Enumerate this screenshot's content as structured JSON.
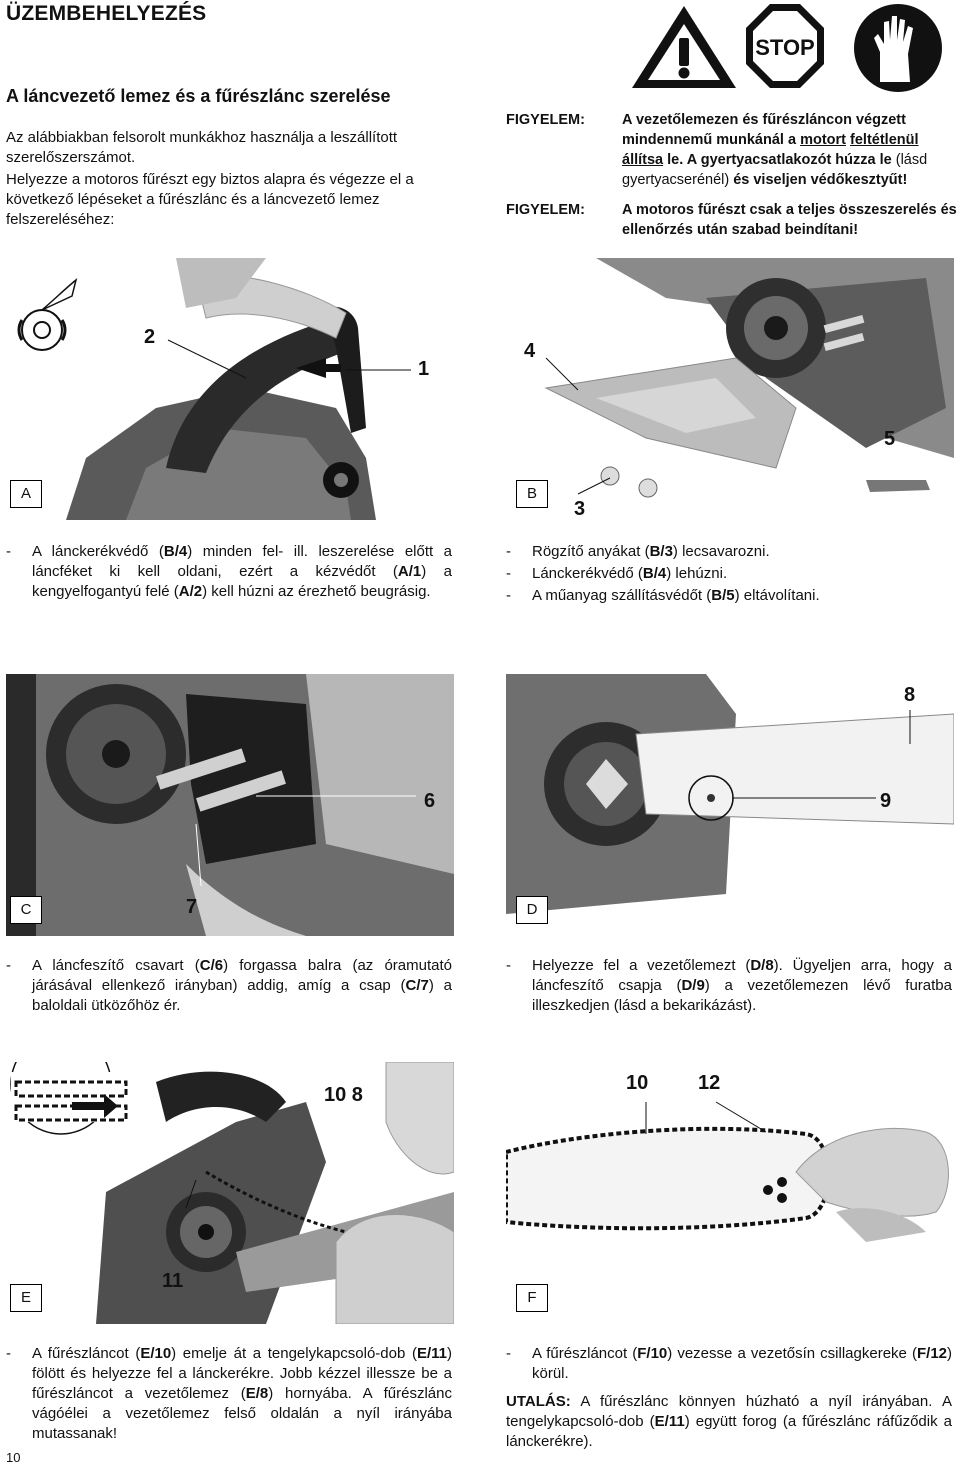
{
  "header": {
    "section_title": "ÜZEMBEHELYEZÉS",
    "subtitle": "A láncvezető lemez és a fűrészlánc szerelése"
  },
  "intro": [
    "Az alábbiakban felsorolt munkákhoz használja a leszállított szerelőszerszámot.",
    "Helyezze a motoros fűrészt egy biztos alapra és végezze el a következő lépéseket a fűrészlánc és a láncvezető lemez felszereléséhez:"
  ],
  "warning_icons": [
    "warning-triangle-icon",
    "stop-sign-icon",
    "protective-glove-icon"
  ],
  "stop_text": "STOP",
  "warnings": [
    {
      "label": "FIGYELEM:",
      "t1": "A vezetőlemezen és fűrészláncon végzett mindennemű munkánál a ",
      "u1": "motort",
      "t2": " ",
      "u2": "feltétlenül állítsa",
      "t3": " le. A gyertyacsatlakozót húzza le ",
      "t4": "(lásd gyertyacserénél)",
      "t5": " és viseljen védőkesztyűt!"
    },
    {
      "label": "FIGYELEM:",
      "text": "A motoros fűrészt csak a teljes összeszerelés és ellenőrzés után szabad beindítani!"
    }
  ],
  "figures": {
    "A": {
      "label": "A",
      "callouts": [
        "2",
        "1"
      ]
    },
    "B": {
      "label": "B",
      "callouts": [
        "4",
        "5",
        "3"
      ]
    },
    "C": {
      "label": "C",
      "callouts": [
        "6",
        "7"
      ]
    },
    "D": {
      "label": "D",
      "callouts": [
        "8",
        "9"
      ]
    },
    "E": {
      "label": "E",
      "callouts": [
        "10 8",
        "11"
      ]
    },
    "F": {
      "label": "F",
      "callouts": [
        "10",
        "12"
      ]
    }
  },
  "captions": {
    "A": [
      {
        "segments": [
          "A lánckerékvédő (",
          "B/4",
          ") minden fel- ill. leszerelése előtt a láncféket ki kell oldani, ezért a kézvédőt (",
          "A/1",
          ") a kengyelfogantyú felé (",
          "A/2",
          ") kell húzni az érezhető beugrásig."
        ]
      }
    ],
    "B": [
      {
        "segments": [
          "Rögzítő anyákat (",
          "B/3",
          ") lecsavarozni."
        ]
      },
      {
        "segments": [
          "Lánckerékvédő (",
          "B/4",
          ") lehúzni."
        ]
      },
      {
        "segments": [
          "A műanyag szállításvédőt (",
          "B/5",
          ") eltávolítani."
        ]
      }
    ],
    "C": [
      {
        "segments": [
          "A láncfeszítő csavart (",
          "C/6",
          ") forgassa balra (az óramutató járásával ellenkező irányban) addig, amíg a csap (",
          "C/7",
          ") a baloldali ütközőhöz ér."
        ]
      }
    ],
    "D": [
      {
        "segments": [
          "Helyezze fel a vezetőlemezt (",
          "D/8",
          "). Ügyeljen arra, hogy a láncfeszítő csapja (",
          "D/9",
          ") a vezetőlemezen lévő furatba illeszkedjen (lásd a bekarikázást)."
        ]
      }
    ],
    "E": [
      {
        "segments": [
          "A fűrészláncot (",
          "E/10",
          ") emelje át a tengelykapcsoló-dob (",
          "E/11",
          ") fölött és helyezze fel a lánckerékre. Jobb kézzel illessze be a fűrészláncot a vezetőlemez (",
          "E/8",
          ") hornyába. A fűrészlánc vágóélei a vezetőlemez felső oldalán a nyíl irányába mutassanak!"
        ]
      }
    ],
    "F": [
      {
        "segments": [
          "A fűrészláncot (",
          "F/10",
          ") vezesse a vezetősín csillagkereke (",
          "F/12",
          ") körül."
        ]
      }
    ]
  },
  "note": {
    "label": "UTALÁS:",
    "t1": " A fűrészlánc könnyen húzható a nyíl irányában. A tengelykapcsoló-dob (",
    "b1": "E/11",
    "t2": ") együtt forog (a fűrészlánc ráfűződik a lánckerékre)."
  },
  "dash": "-",
  "page_number": "10"
}
